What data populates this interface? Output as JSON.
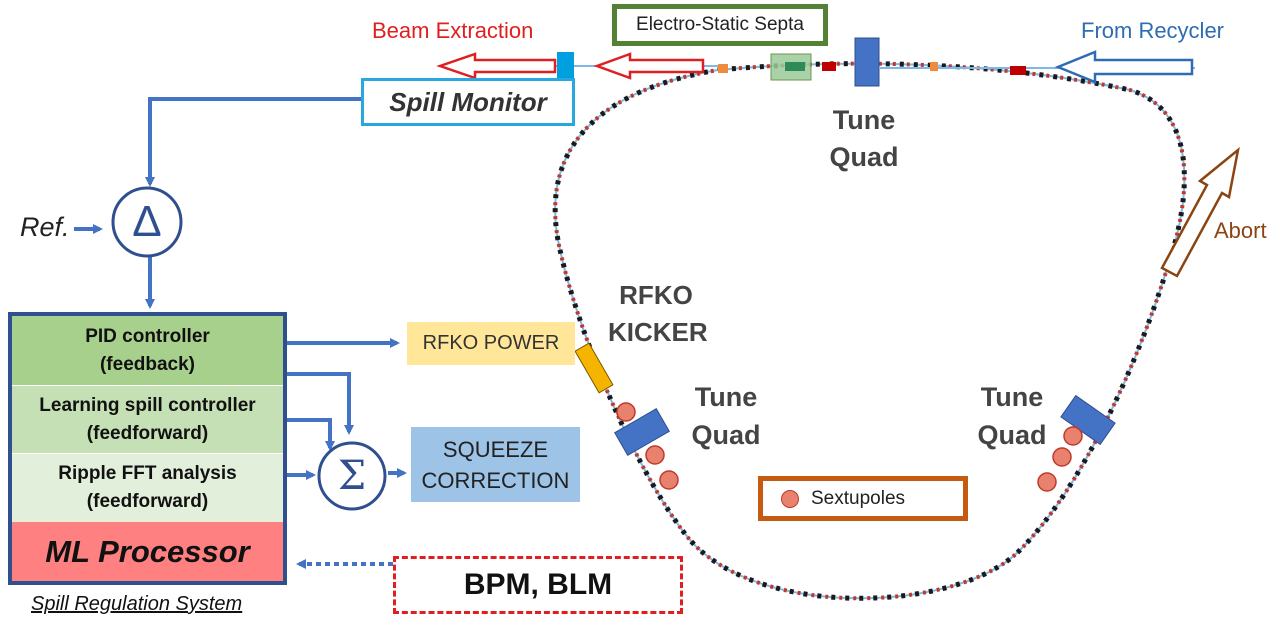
{
  "labels": {
    "beam_extraction": "Beam Extraction",
    "electrostatic_septa": "Electro-Static Septa",
    "from_recycler": "From Recycler",
    "spill_monitor": "Spill Monitor",
    "ref": "Ref.",
    "tune_quad_top_1": "Tune",
    "tune_quad_top_2": "Quad",
    "abort": "Abort",
    "rfko_kicker_1": "RFKO",
    "rfko_kicker_2": "KICKER",
    "rfko_power": "RFKO POWER",
    "tune_quad_left_1": "Tune",
    "tune_quad_left_2": "Quad",
    "tune_quad_right_1": "Tune",
    "tune_quad_right_2": "Quad",
    "squeeze_1": "SQUEEZE",
    "squeeze_2": "CORRECTION",
    "sextupoles": "Sextupoles",
    "bpm_blm": "BPM, BLM",
    "spill_regulation_system": "Spill Regulation System"
  },
  "controller": {
    "pid_1": "PID controller",
    "pid_2": "(feedback)",
    "learning_1": "Learning spill controller",
    "learning_2": "(feedforward)",
    "ripple_1": "Ripple FFT analysis",
    "ripple_2": "(feedforward)",
    "ml": "ML Processor"
  },
  "symbols": {
    "delta": "Δ",
    "sigma": "Σ"
  },
  "colors": {
    "flow_blue": "#4472C4",
    "ring_line": "#7FB8E6",
    "extraction_red": "#E02020",
    "recycler_blue": "#2E6DB4",
    "abort_brown": "#8B4513",
    "pid_green": "#A8D08D",
    "learning_green": "#C5E0B4",
    "ripple_green": "#E2EFDA",
    "ml_red": "#FF8080",
    "septa_border": "#548235",
    "sextupole_border": "#C55A11",
    "rfko_power_bg": "#FFE699",
    "squeeze_bg": "#9DC3E6",
    "quad_blue": "#4472C4",
    "kicker_yellow": "#F4B400"
  }
}
